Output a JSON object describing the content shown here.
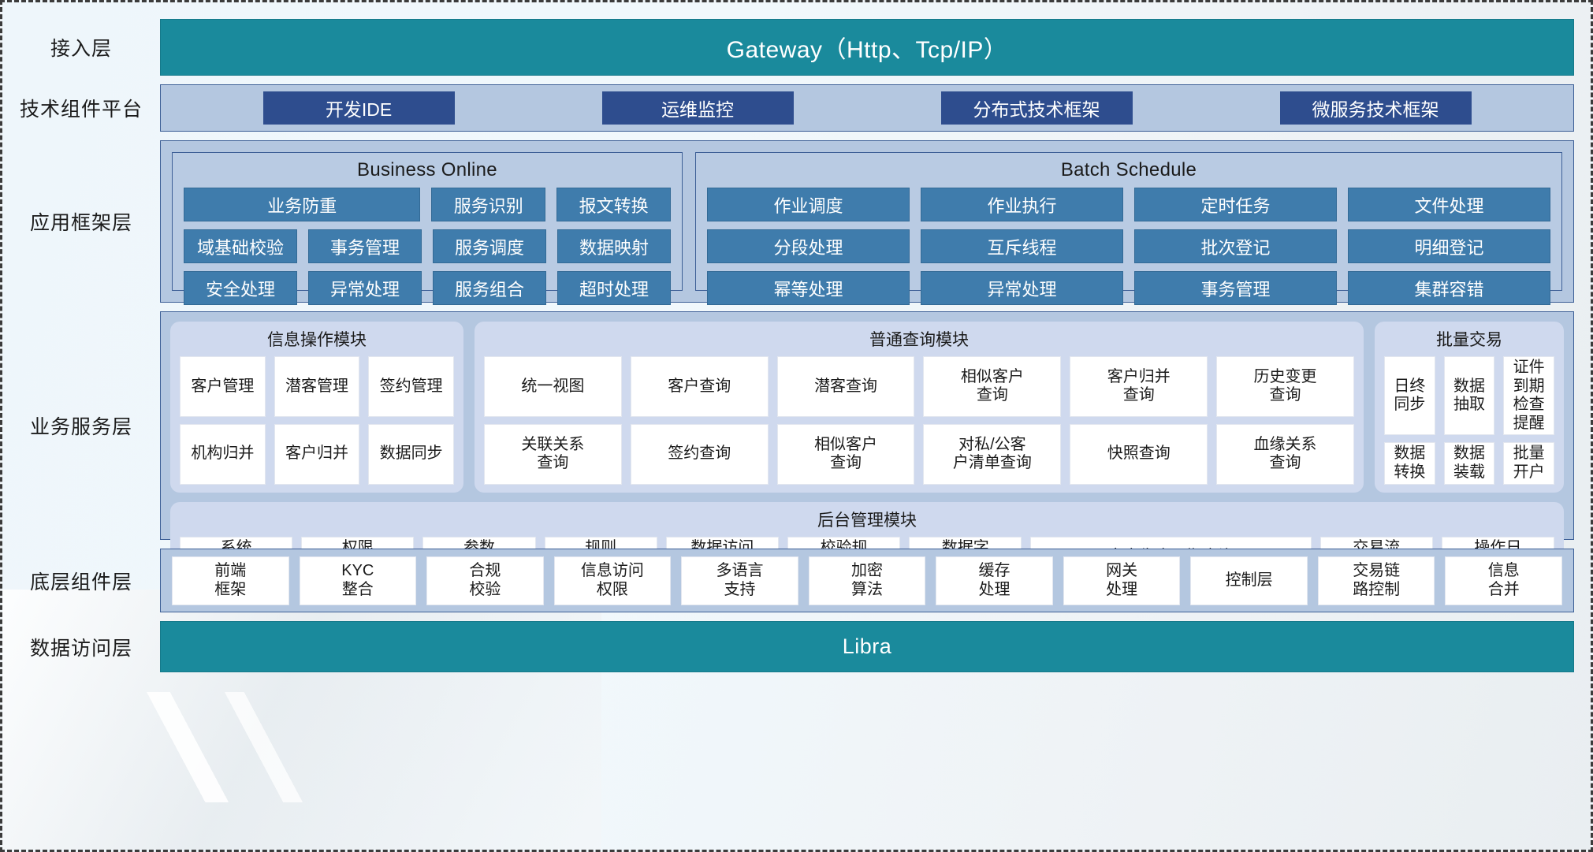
{
  "diagram": {
    "title": "customer-information-system-architecture",
    "colors": {
      "teal": "#1a8a9c",
      "band_blue": "#b4c7e0",
      "chip_navy": "#2e4d8e",
      "cell_blue": "#3f7cac",
      "module_lavender": "#cfd9ee",
      "cell_white": "#ffffff",
      "border_blue": "#3d5f96",
      "text_dark": "#1b1b1b"
    },
    "layers": [
      {
        "label": "接入层"
      },
      {
        "label": "技术组件平台"
      },
      {
        "label": "应用框架层"
      },
      {
        "label": "业务服务层"
      },
      {
        "label": "底层组件层"
      },
      {
        "label": "数据访问层"
      }
    ]
  },
  "access_layer": {
    "label": "接入层",
    "bar_text": "Gateway（Http、Tcp/IP）"
  },
  "tech_platform": {
    "label": "技术组件平台",
    "chips": [
      "开发IDE",
      "运维监控",
      "分布式技术框架",
      "微服务技术框架"
    ]
  },
  "app_framework": {
    "label": "应用框架层",
    "groups": [
      {
        "title": "Business Online",
        "rows": [
          [
            {
              "text": "业务防重",
              "span": 2
            },
            {
              "text": "服务识别",
              "span": 1
            },
            {
              "text": "报文转换",
              "span": 1
            }
          ],
          [
            {
              "text": "域基础校验",
              "span": 1
            },
            {
              "text": "事务管理",
              "span": 1
            },
            {
              "text": "服务调度",
              "span": 1
            },
            {
              "text": "数据映射",
              "span": 1
            }
          ],
          [
            {
              "text": "安全处理",
              "span": 1
            },
            {
              "text": "异常处理",
              "span": 1
            },
            {
              "text": "服务组合",
              "span": 1
            },
            {
              "text": "超时处理",
              "span": 1
            }
          ]
        ]
      },
      {
        "title": "Batch Schedule",
        "rows": [
          [
            {
              "text": "作业调度",
              "span": 1
            },
            {
              "text": "作业执行",
              "span": 1
            },
            {
              "text": "定时任务",
              "span": 1
            },
            {
              "text": "文件处理",
              "span": 1
            }
          ],
          [
            {
              "text": "分段处理",
              "span": 1
            },
            {
              "text": "互斥线程",
              "span": 1
            },
            {
              "text": "批次登记",
              "span": 1
            },
            {
              "text": "明细登记",
              "span": 1
            }
          ],
          [
            {
              "text": "幂等处理",
              "span": 1
            },
            {
              "text": "异常处理",
              "span": 1
            },
            {
              "text": "事务管理",
              "span": 1
            },
            {
              "text": "集群容错",
              "span": 1
            }
          ]
        ]
      }
    ]
  },
  "business_service": {
    "label": "业务服务层",
    "modules": {
      "info_operation": {
        "title": "信息操作模块",
        "rows": [
          [
            "客户管理",
            "潜客管理",
            "签约管理"
          ],
          [
            "机构归并",
            "客户归并",
            "数据同步"
          ]
        ]
      },
      "common_query": {
        "title": "普通查询模块",
        "rows": [
          [
            "统一视图",
            "客户查询",
            "潜客查询",
            "相似客户\n查询",
            "客户归并\n查询",
            "历史变更\n查询"
          ],
          [
            "关联关系\n查询",
            "签约查询",
            "相似客户\n查询",
            "对私/公客\n户清单查询",
            "快照查询",
            "血缘关系\n查询"
          ]
        ]
      },
      "batch_transaction": {
        "title": "批量交易",
        "rows": [
          [
            "日终\n同步",
            "数据\n抽取",
            "证件到期\n检查提醒"
          ],
          [
            "数据\n转换",
            "数据\n装载",
            "批量\n开户"
          ]
        ]
      },
      "backend_admin": {
        "title": "后台管理模块",
        "items": [
          {
            "text": "系统\n管理",
            "wide": false
          },
          {
            "text": "权限\n管理",
            "wide": false
          },
          {
            "text": "参数\n管理",
            "wide": false
          },
          {
            "text": "规则\n配置",
            "wide": false
          },
          {
            "text": "数据访问\n控制",
            "wide": false
          },
          {
            "text": "校验规\n则管理",
            "wide": false
          },
          {
            "text": "数据字\n典管理",
            "wide": false
          },
          {
            "text": "客户生命周期查询",
            "wide": true
          },
          {
            "text": "交易流\n水查询",
            "wide": false
          },
          {
            "text": "操作日\n志查询",
            "wide": false
          }
        ]
      }
    }
  },
  "base_component": {
    "label": "底层组件层",
    "items": [
      "前端\n框架",
      "KYC\n整合",
      "合规\n校验",
      "信息访问\n权限",
      "多语言\n支持",
      "加密\n算法",
      "缓存\n处理",
      "网关\n处理",
      "控制层",
      "交易链\n路控制",
      "信息\n合并"
    ]
  },
  "data_access": {
    "label": "数据访问层",
    "bar_text": "Libra"
  }
}
